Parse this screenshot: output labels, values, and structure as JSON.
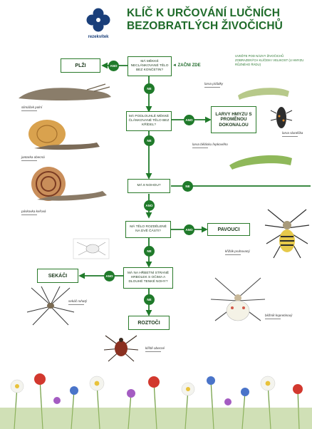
{
  "header": {
    "logo_text": "rezekvítek",
    "title_line1": "KLÍČ K URČOVÁNÍ LUČNÍCH",
    "title_line2": "BEZOBRATLÝCH ŽIVOČICHŮ",
    "note": "UVEĎTE POD NÁZVY ŽIVOČICHŮ ZOBRAZENÝCH KLÍČEM I VELIKOST (U HMYZU RŮZNÉHO ŘÁDU)"
  },
  "flow": {
    "start_label": "◄ ZAČNI ZDE",
    "q1": "MÁ MĚKKÉ NECLÁNKOVANÉ TĚLO BEZ KONČETIN?",
    "q2": "MÁ PODLOUHLÉ MĚKKÉ ČLÁNKOVANÉ TĚLO BEZ KŘÍDEL?",
    "q3": "MÁ 8 NOHOU?",
    "q4": "MÁ TĚLO ROZDĚLENÉ NA DVĚ ČÁSTI?",
    "q5": "MÁ NA HŘBETNÍ STRANĚ HRBOLEK S OČIMA A DLOUHÉ TENKÉ NOHY?",
    "r1": "PLŽI",
    "r2": "LARVY HMYZU S PROMĚNOU DOKONALOU",
    "r3": "PAVOUCI",
    "r4": "SEKÁČI",
    "r5": "ROZTOČI",
    "yes": "ANO",
    "no": "NE"
  },
  "captions": {
    "slug": "slimáček polní",
    "snail1": "jantarka obecná",
    "snail2": "páskovka keřová",
    "caterpillar1": "larva píďalky",
    "beetle": "larva slunéčka",
    "caterpillar2": "larva bělásku řepkového",
    "spider1": "křižák pruhovaný",
    "spider2": "běžník kopretinový",
    "harvestman": "sekáč rohatý",
    "mite": "klíště obecné"
  },
  "colors": {
    "primary_green": "#1f7a2a",
    "box_border": "#2a7a2a",
    "title_green": "#1f6b2a",
    "logo_blue": "#1a3f7a"
  }
}
